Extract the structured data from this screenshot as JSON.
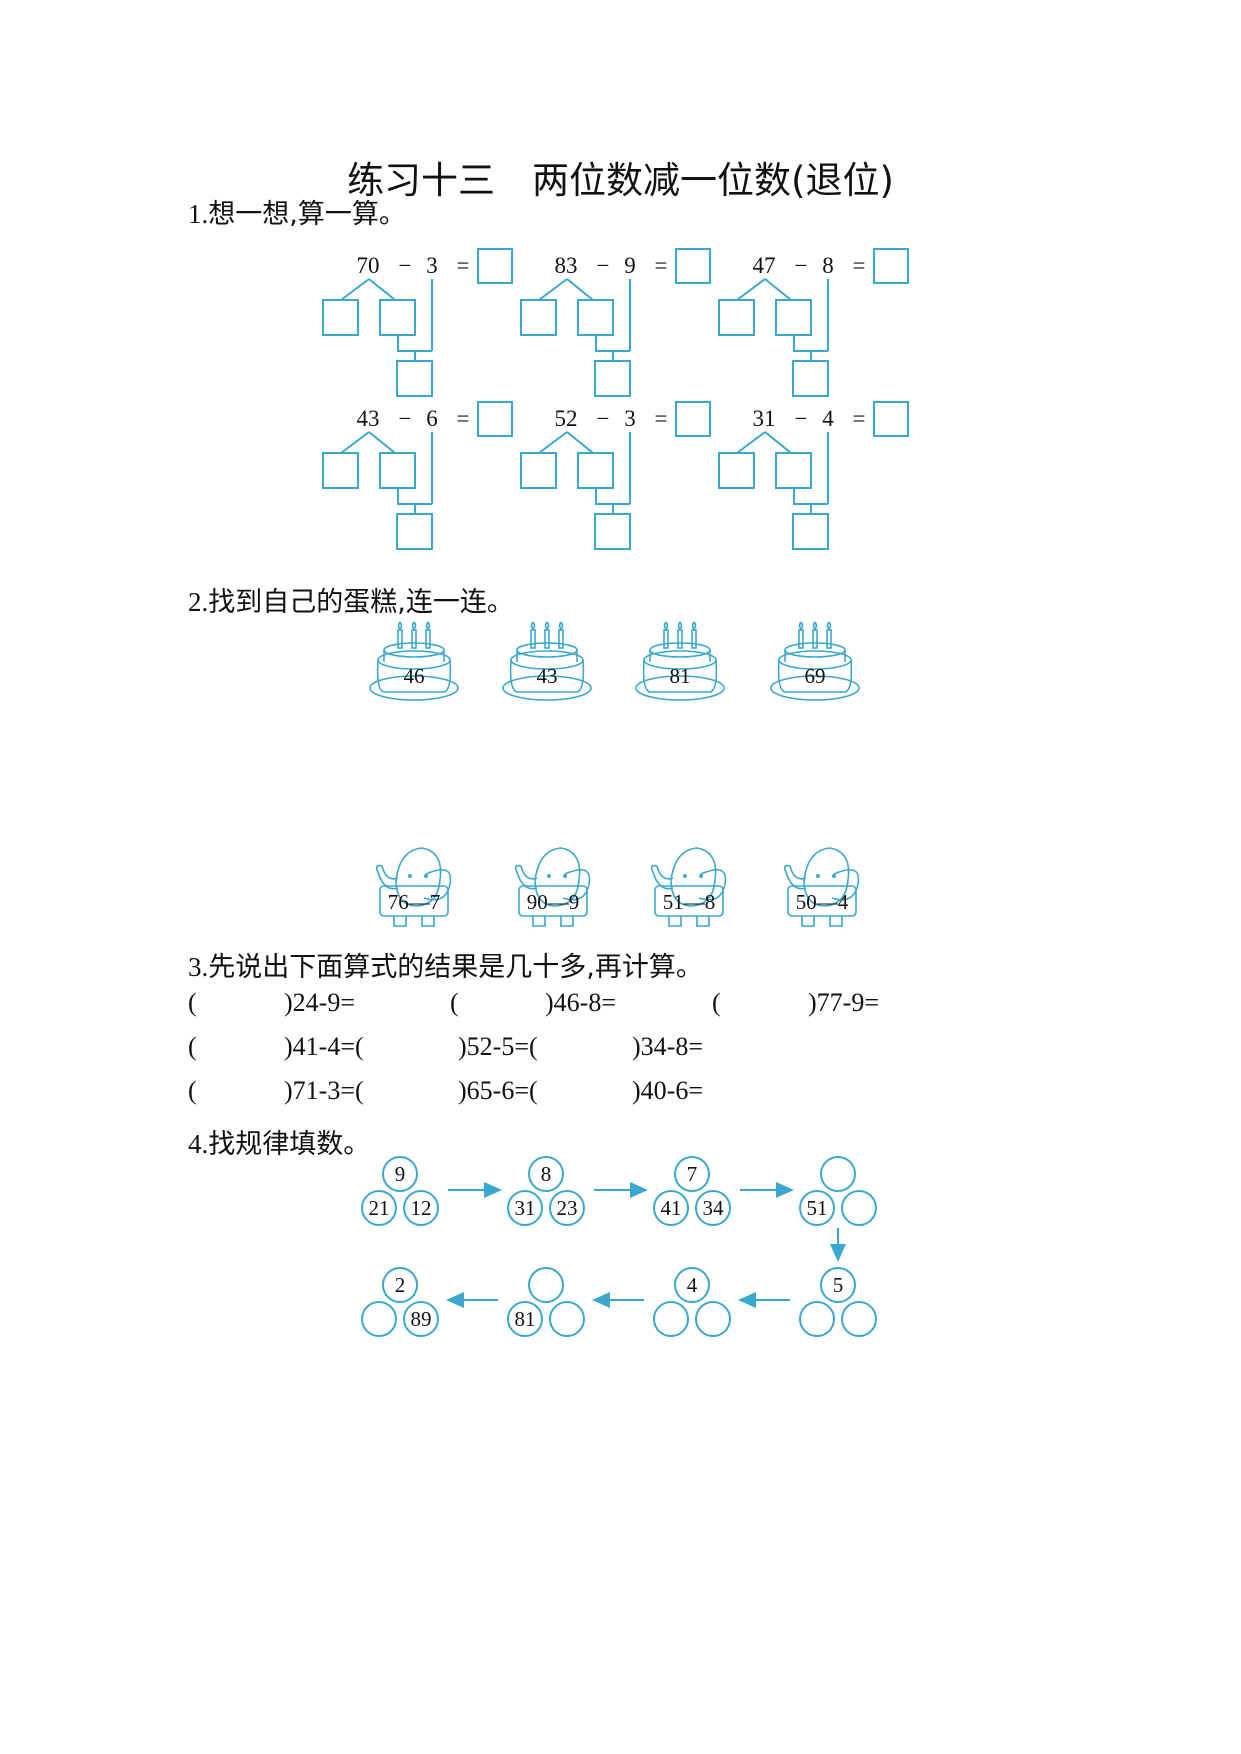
{
  "title": "练习十三　两位数减一位数(退位)",
  "section1": {
    "heading_num": "1.",
    "heading_text": "想一想,算一算。",
    "problems": [
      {
        "a": "70",
        "op": "−",
        "b": "3",
        "eq": "="
      },
      {
        "a": "83",
        "op": "−",
        "b": "9",
        "eq": "="
      },
      {
        "a": "47",
        "op": "−",
        "b": "8",
        "eq": "="
      },
      {
        "a": "43",
        "op": "−",
        "b": "6",
        "eq": "="
      },
      {
        "a": "52",
        "op": "−",
        "b": "3",
        "eq": "="
      },
      {
        "a": "31",
        "op": "−",
        "b": "4",
        "eq": "="
      }
    ]
  },
  "section2": {
    "heading_num": "2.",
    "heading_text": "找到自己的蛋糕,连一连。",
    "cakes": [
      "46",
      "43",
      "81",
      "69"
    ],
    "elephants": [
      "76—7",
      "90—9",
      "51—8",
      "50—4"
    ]
  },
  "section3": {
    "heading_num": "3.",
    "heading_text": "先说出下面算式的结果是几十多,再计算。",
    "rows": [
      [
        "(",
        ")24-9=",
        "(",
        ")46-8=",
        "(",
        ")77-9="
      ],
      [
        "(",
        ")41-4=(",
        ")52-5=(",
        ")34-8="
      ],
      [
        "(",
        ")71-3=(",
        ")65-6=(",
        ")40-6="
      ]
    ]
  },
  "section4": {
    "heading_num": "4.",
    "heading_text": "找规律填数。",
    "groups": [
      {
        "top": "9",
        "left": "21",
        "right": "12"
      },
      {
        "top": "8",
        "left": "31",
        "right": "23"
      },
      {
        "top": "7",
        "left": "41",
        "right": "34"
      },
      {
        "top": "",
        "left": "51",
        "right": ""
      },
      {
        "top": "5",
        "left": "",
        "right": ""
      },
      {
        "top": "4",
        "left": "",
        "right": ""
      },
      {
        "top": "",
        "left": "81",
        "right": ""
      },
      {
        "top": "2",
        "left": "",
        "right": "89"
      }
    ]
  },
  "colors": {
    "accent": "#3aa7cf",
    "text": "#111111"
  }
}
